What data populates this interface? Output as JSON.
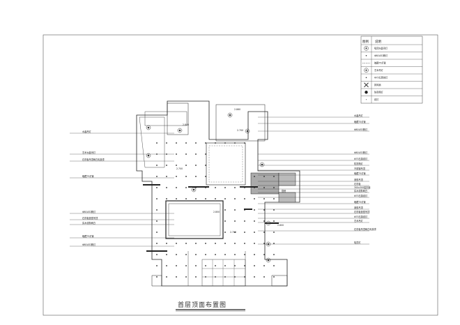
{
  "title": "首层顶面布置图",
  "legend": {
    "header_symbol": "图例",
    "header_desc": "说明",
    "items": [
      {
        "icon": "crystal-chandelier",
        "label": "吸顶水晶吊灯"
      },
      {
        "icon": "dot",
        "label": "Φ80LED筒灯"
      },
      {
        "icon": "dashed-line",
        "label": "暗藏T5灯管"
      },
      {
        "icon": "art-chandelier",
        "label": "艺术吊灯"
      },
      {
        "icon": "dot",
        "label": "Φ75石英射灯"
      },
      {
        "icon": "exhaust-fan",
        "label": "排风扇"
      },
      {
        "icon": "solid-circle",
        "label": "防雾筒灯"
      },
      {
        "icon": "small-dot",
        "label": "射灯"
      }
    ]
  },
  "dimensions": [
    "2.840",
    "2.860",
    "2.700",
    "2.700",
    "2.800",
    "2.700",
    "2.800"
  ],
  "room_label": "厨房",
  "right_labels": [
    "水晶吊灯",
    "暗藏T5灯管",
    "Φ80LED筒灯",
    "Φ80LED筒灯",
    "Φ75石英射灯",
    "防雾筒灯",
    "不锈钢吊顶",
    "暗藏T5灯管",
    "造型吊顶",
    "石膏板",
    "300x300铝扣板",
    "实木线条刷白",
    "Φ75石英射灯",
    "暗藏T5灯管",
    "造型吊顶",
    "石膏板造型吊顶",
    "Φ75石英射灯",
    "艺术吊灯",
    "石膏板吊顶刷白乳胶漆",
    "吸顶灯"
  ],
  "left_labels": [
    "水晶吊灯",
    "艺术水晶吊灯",
    "石膏板吊顶刷白乳胶漆",
    "暗藏T5灯管",
    "Φ80LED筒灯",
    "石膏板造型吊顶",
    "实木线条刷白",
    "暗藏T5灯管",
    "Φ80LED筒灯"
  ]
}
